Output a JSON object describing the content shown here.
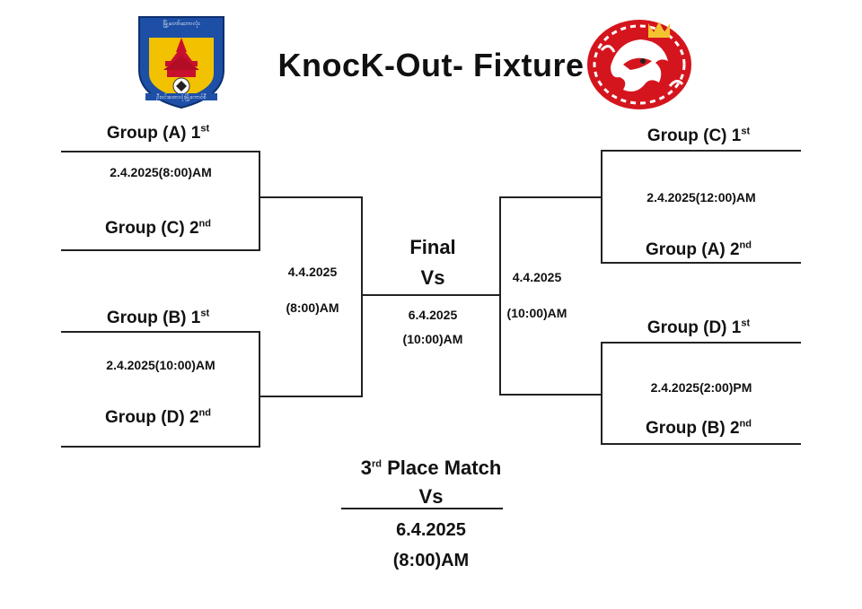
{
  "header": {
    "title": "KnocK-Out- Fixture",
    "left_logo": {
      "name": "left-crest-logo",
      "top_text": "မြို့တော်ဘောလုံး",
      "bottom_text": "ဦးဝင်းထောလုံးမြို့ကောင်စီ",
      "colors": {
        "shield": "#1d4fa6",
        "gold": "#f2c200",
        "red": "#c8102e"
      }
    },
    "right_logo": {
      "name": "right-lion-logo",
      "colors": {
        "disc": "#d4151e",
        "lion": "#ffffff",
        "crown": "#f4c430"
      }
    }
  },
  "bracket": {
    "left": {
      "match1": {
        "team_top": {
          "label": "Group (A) 1",
          "suffix": "st"
        },
        "date": "2.4.2025(8:00)AM",
        "team_bottom": {
          "label": "Group (C) 2",
          "suffix": "nd"
        }
      },
      "match2": {
        "team_top": {
          "label": "Group (B) 1",
          "suffix": "st"
        },
        "date": "2.4.2025(10:00)AM",
        "team_bottom": {
          "label": "Group (D) 2",
          "suffix": "nd"
        }
      },
      "semi": {
        "date": "4.4.2025",
        "time": "(8:00)AM"
      }
    },
    "right": {
      "match1": {
        "team_top": {
          "label": "Group (C) 1",
          "suffix": "st"
        },
        "date": "2.4.2025(12:00)AM",
        "team_bottom": {
          "label": "Group (A) 2",
          "suffix": "nd"
        }
      },
      "match2": {
        "team_top": {
          "label": "Group (D) 1",
          "suffix": "st"
        },
        "date": "2.4.2025(2:00)PM",
        "team_bottom": {
          "label": "Group (B) 2",
          "suffix": "nd"
        }
      },
      "semi": {
        "date": "4.4.2025",
        "time": "(10:00)AM"
      }
    },
    "final": {
      "label": "Final",
      "vs": "Vs",
      "date": "6.4.2025",
      "time": "(10:00)AM"
    }
  },
  "third_place": {
    "prefix": "3",
    "suffix": "rd",
    "label": " Place Match",
    "vs": "Vs",
    "date": "6.4.2025",
    "time": "(8:00)AM"
  }
}
